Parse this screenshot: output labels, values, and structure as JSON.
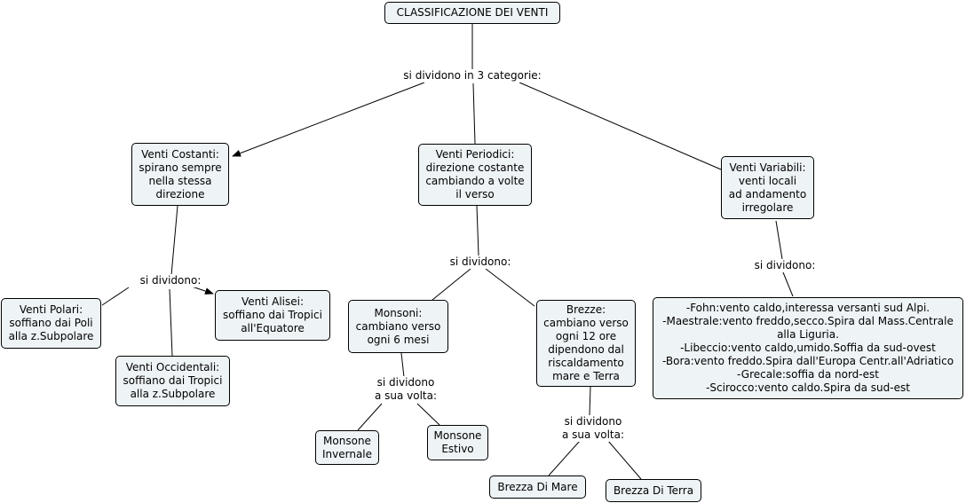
{
  "nodes": {
    "root": "CLASSIFICAZIONE DEI VENTI",
    "costanti": "Venti Costanti:\nspirano sempre\nnella stessa\ndirezione",
    "periodici": "Venti Periodici:\ndirezione costante\ncambiando a volte\nil verso",
    "variabili": "Venti Variabili:\nventi locali\nad andamento\nirregolare",
    "polari": "Venti Polari:\nsoffiano dai Poli\nalla z.Subpolare",
    "alisei": "Venti Alisei:\nsoffiano dai Tropici\nall'Equatore",
    "occidentali": "Venti Occidentali:\nsoffiano dai Tropici\nalla z.Subpolare",
    "monsoni": "Monsoni:\ncambiano verso\nogni 6 mesi",
    "brezze": "Brezze:\ncambiano verso\nogni 12 ore\ndipendono dal\nriscaldamento\nmare e Terra",
    "locali": "-Fohn:vento caldo,interessa versanti sud Alpi.\n-Maestrale:vento freddo,secco.Spira dal Mass.Centrale\nalla Liguria.\n-Libeccio:vento caldo,umido.Soffia da sud-ovest\n-Bora:vento freddo.Spira dall'Europa Centr.all'Adriatico\n-Grecale:soffia da nord-est\n-Scirocco:vento caldo.Spira da sud-est",
    "monsone_invernale": "Monsone\nInvernale",
    "monsone_estivo": "Monsone\nEstivo",
    "brezza_mare": "Brezza Di Mare",
    "brezza_terra": "Brezza Di Terra"
  },
  "links": {
    "categorie": "si dividono in 3 categorie:",
    "costanti_div": "si dividono:",
    "periodici_div": "si dividono:",
    "variabili_div": "si dividono:",
    "monsoni_div": "si dividono\na sua volta:",
    "brezze_div": "si dividono\na sua volta:"
  },
  "colors": {
    "node_fill": "#eef3f6",
    "node_border": "#000000",
    "line": "#000000"
  }
}
